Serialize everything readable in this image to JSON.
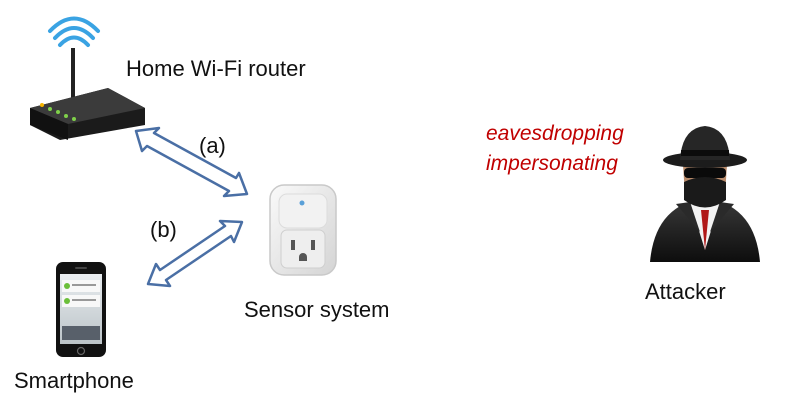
{
  "nodes": {
    "router": {
      "label": "Home Wi-Fi router",
      "icon": "wifi-router-icon"
    },
    "sensor": {
      "label": "Sensor system",
      "icon": "smart-plug-icon"
    },
    "phone": {
      "label": "Smartphone",
      "icon": "smartphone-icon"
    },
    "attacker": {
      "label": "Attacker",
      "icon": "spy-icon"
    }
  },
  "links": {
    "a": {
      "label": "(a)",
      "from": "router",
      "to": "sensor"
    },
    "b": {
      "label": "(b)",
      "from": "phone",
      "to": "sensor"
    }
  },
  "threats": [
    "eavesdropping",
    "impersonating"
  ],
  "colors": {
    "arrow": "#4a6fa5",
    "threat_text": "#c00000"
  }
}
